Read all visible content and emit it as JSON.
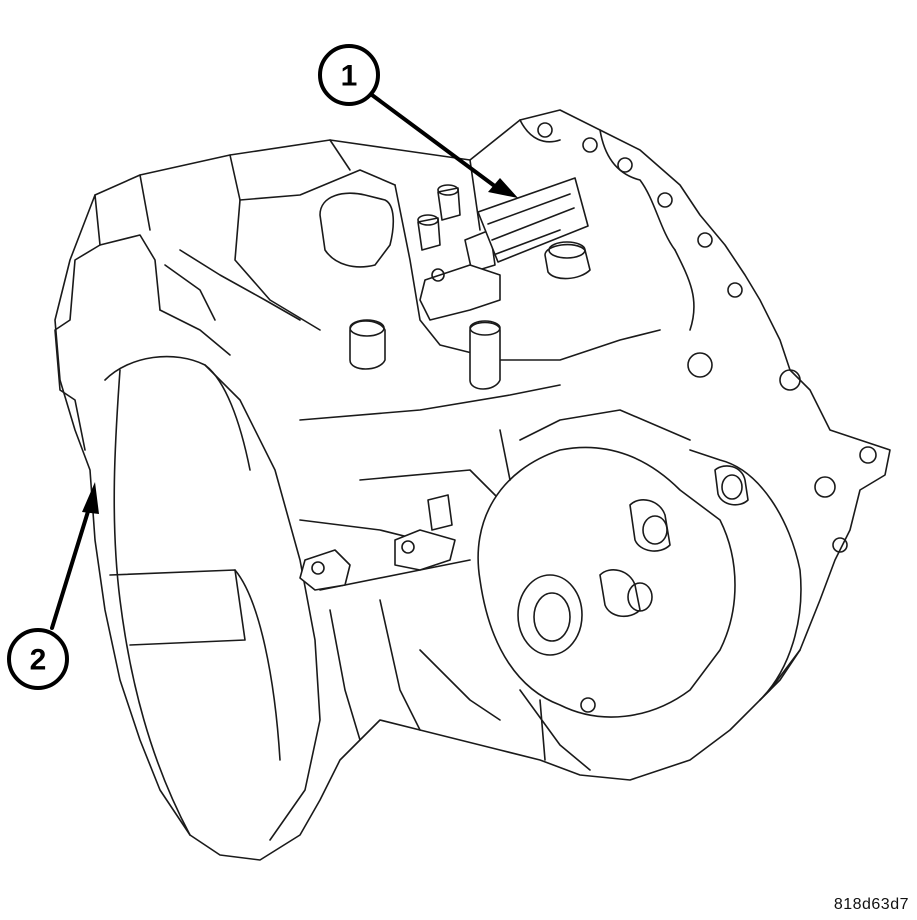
{
  "callouts": [
    {
      "id": "1",
      "label": "1"
    },
    {
      "id": "2",
      "label": "2"
    }
  ],
  "figure_code": "818d63d7",
  "colors": {
    "ink": "#1a1a1a",
    "background": "#ffffff"
  }
}
